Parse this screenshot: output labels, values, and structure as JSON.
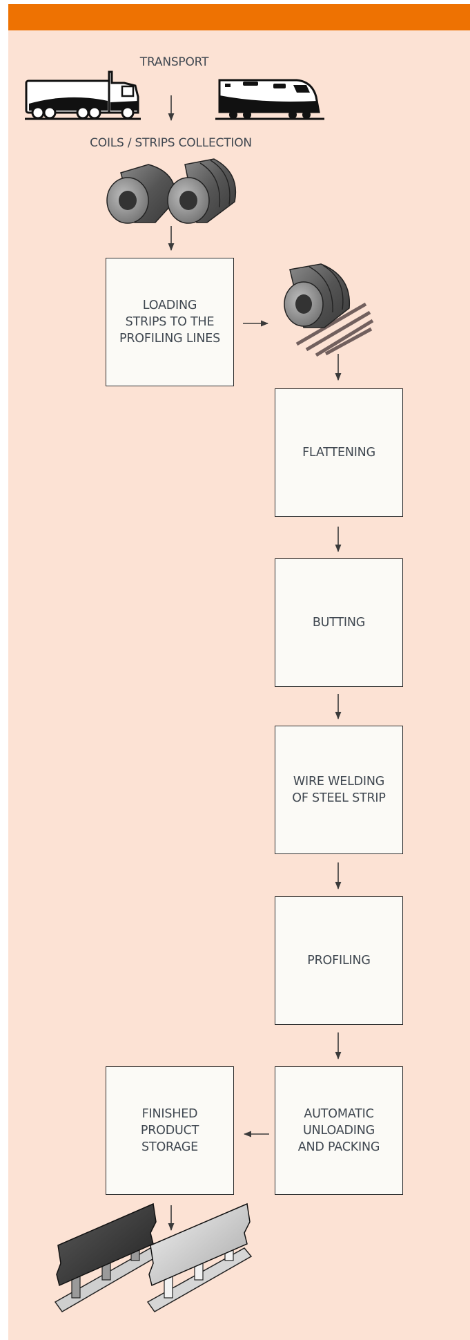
{
  "labels": {
    "transport": "TRANSPORT",
    "coils_collection": "COILS / STRIPS COLLECTION"
  },
  "steps": {
    "loading": "LOADING\nSTRIPS TO THE\nPROFILING LINES",
    "flattening": "FLATTENING",
    "butting": "BUTTING",
    "wire_welding": "WIRE WELDING\nOF STEEL STRIP",
    "profiling": "PROFILING",
    "unloading": "AUTOMATIC\nUNLOADING\nAND PACKING",
    "storage": "FINISHED\nPRODUCT\nSTORAGE"
  },
  "icons": [
    "truck-icon",
    "train-icon",
    "steel-coil-icon",
    "coil-on-rollers-icon",
    "guardrail-icon"
  ],
  "colors": {
    "header_bar": "#ee7202",
    "background": "#fce2d4",
    "box_fill": "#fbfaf6",
    "text": "#3f4750"
  }
}
